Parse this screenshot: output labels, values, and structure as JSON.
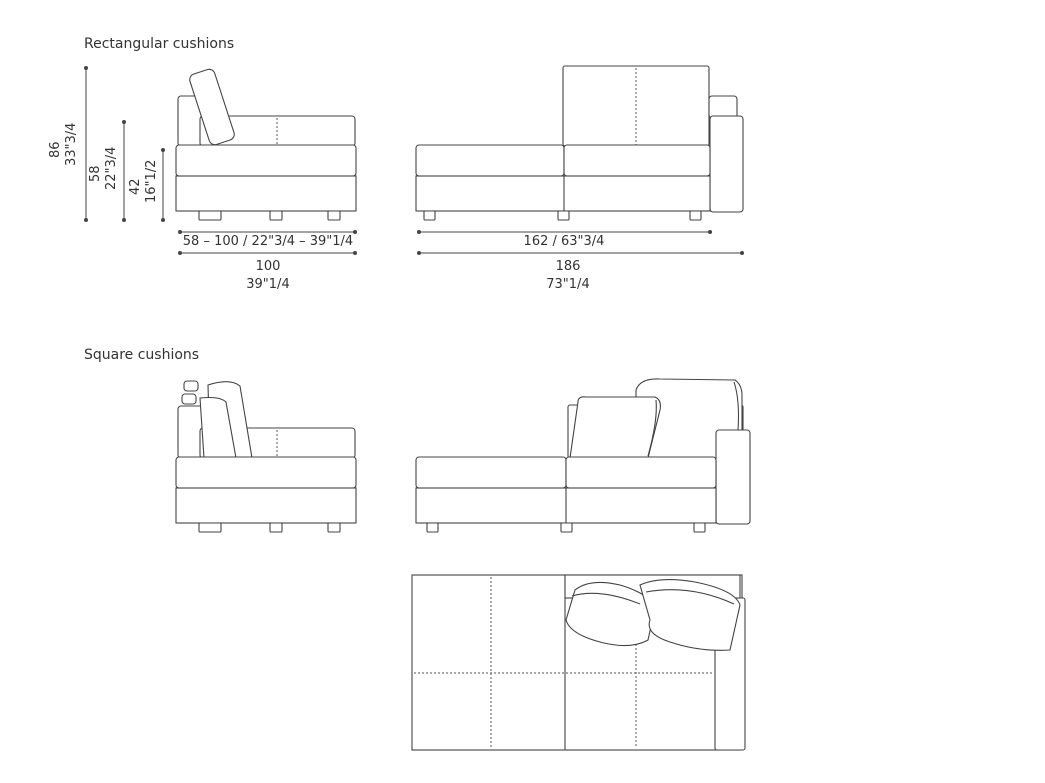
{
  "sections": {
    "rect_title": "Rectangular cushions",
    "square_title": "Square cushions"
  },
  "dims": {
    "h86": "86",
    "h86_in": "33\"3/4",
    "h58": "58",
    "h58_in": "22\"3/4",
    "h42": "42",
    "h42_in": "16\"1/2",
    "depth_range": "58 – 100 / 22\"3/4 – 39\"1/4",
    "depth_total": "100",
    "depth_total_in": "39\"1/4",
    "width_seat": "162 / 63\"3/4",
    "width_total": "186",
    "width_total_in": "73\"1/4"
  }
}
